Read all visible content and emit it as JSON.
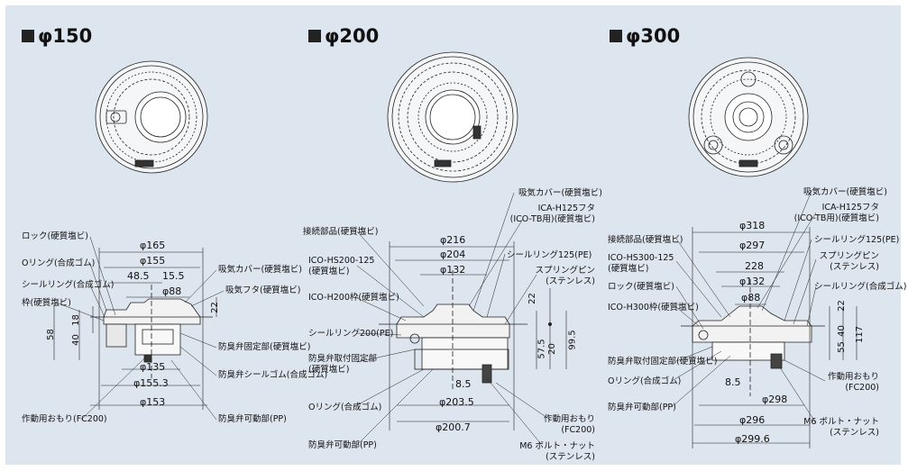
{
  "sizes": [
    {
      "name": "φ150"
    },
    {
      "name": "φ200"
    },
    {
      "name": "φ300"
    }
  ],
  "d150": {
    "parts": {
      "lock": "ロック(硬質塩ビ)",
      "oring": "Oリング(合成ゴム)",
      "seal": "シールリング(合成ゴム)",
      "frame": "枠(硬質塩ビ)",
      "cover": "吸気カバー(硬質塩ビ)",
      "lid": "吸気フタ(硬質塩ビ)",
      "fix": "防臭弁固定部(硬質塩ビ)",
      "valveseal": "防臭弁シールゴム(合成ゴム)",
      "weight": "作動用おもり(FC200)",
      "movable": "防臭弁可動部(PP)"
    },
    "dims": {
      "d165": "φ165",
      "d155": "φ155",
      "d48": "48.5",
      "d15": "15.5",
      "d88": "φ88",
      "d22": "22",
      "d58": "58",
      "d40": "40",
      "d18": "18",
      "d135": "φ135",
      "d1553": "φ155.3",
      "d153": "φ153"
    }
  },
  "d200": {
    "parts": {
      "cover": "吸気カバー(硬質塩ビ)",
      "lid1": "ICA-H125フタ",
      "lid2": "(ICO-TB用)(硬質塩ビ)",
      "joint": "接続部品(硬質塩ビ)",
      "ico1": "ICO-HS200-125",
      "ico2": "(硬質塩ビ)",
      "ico3": "ICO-H200枠(硬質塩ビ)",
      "seal125": "シールリング125(PE)",
      "spring1": "スプリングピン",
      "spring2": "(ステンレス)",
      "seal200": "シールリング200(PE)",
      "fix1": "防臭弁取付固定部",
      "fix2": "(硬質塩ビ)",
      "oring": "Oリング(合成ゴム)",
      "movable": "防臭弁可動部(PP)",
      "weight1": "作動用おもり",
      "weight2": "(FC200)",
      "bolt1": "M6 ボルト・ナット",
      "bolt2": "(ステンレス)"
    },
    "dims": {
      "d216": "φ216",
      "d204": "φ204",
      "d132": "φ132",
      "d22": "22",
      "d575": "57.5",
      "d20": "20",
      "d995": "99.5",
      "d85": "8.5",
      "d2035": "φ203.5",
      "d2007": "φ200.7"
    }
  },
  "d300": {
    "parts": {
      "cover": "吸気カバー(硬質塩ビ)",
      "lid1": "ICA-H125フタ",
      "lid2": "(ICO-TB用)(硬質塩ビ)",
      "joint": "接続部品(硬質塩ビ)",
      "ico1": "ICO-HS300-125",
      "ico2": "(硬質塩ビ)",
      "lock": "ロック(硬質塩ビ)",
      "ico3": "ICO-H300枠(硬質塩ビ)",
      "seal125": "シールリング125(PE)",
      "spring1": "スプリングピン",
      "spring2": "(ステンレス)",
      "seal": "シールリング(合成ゴム)",
      "fix": "防臭弁取付固定部(硬質塩ビ)",
      "oring": "Oリング(合成ゴム)",
      "movable": "防臭弁可動部(PP)",
      "weight1": "作動用おもり",
      "weight2": "(FC200)",
      "bolt1": "M6 ボルト・ナット",
      "bolt2": "(ステンレス)"
    },
    "dims": {
      "d318": "φ318",
      "d297": "φ297",
      "d228": "228",
      "d132": "φ132",
      "d88": "φ88",
      "d22": "22",
      "d40": "40",
      "d55": "55",
      "d117": "117",
      "d85": "8.5",
      "d298": "φ298",
      "d296": "φ296",
      "d2996": "φ299.6"
    }
  }
}
